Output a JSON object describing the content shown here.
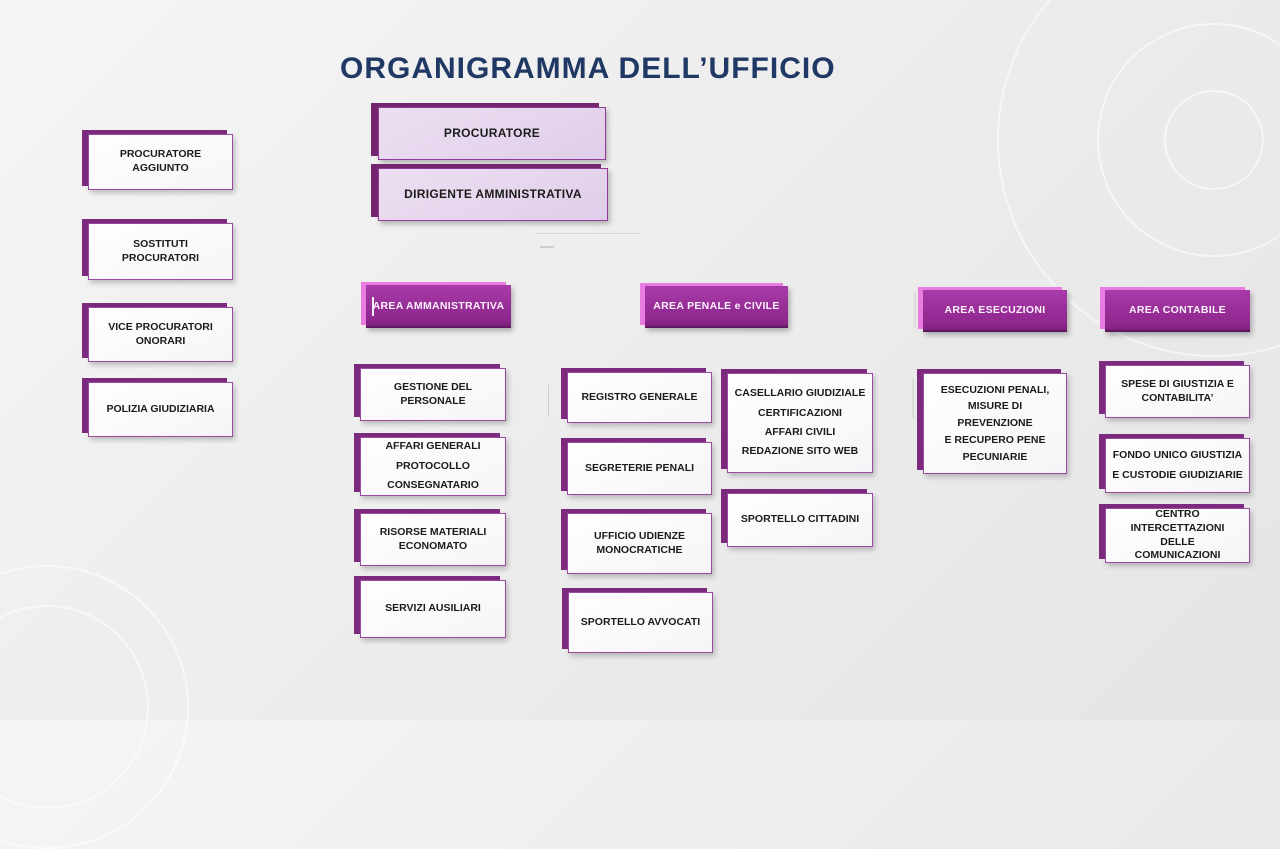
{
  "title": "ORGANIGRAMMA DELL’UFFICIO",
  "colors": {
    "title_text": "#1f3864",
    "header_fill": "#962f96",
    "header_highlight": "#e87ce0",
    "box_bevel": "#7b2a7d",
    "box_border": "#9c4aa0",
    "lilac_fill": "#e3d2eb"
  },
  "leadership": {
    "procuratore": "PROCURATORE",
    "dirigente": "DIRIGENTE AMMINISTRATIVA"
  },
  "side_boxes": [
    {
      "label": "PROCURATORE AGGIUNTO"
    },
    {
      "label": "SOSTITUTI PROCURATORI"
    },
    {
      "label": "VICE PROCURATORI\nONORARI"
    },
    {
      "label": "POLIZIA GIUDIZIARIA"
    }
  ],
  "areas": [
    {
      "header": "AREA AMMANISTRATIVA",
      "boxes": [
        "GESTIONE DEL\nPERSONALE",
        "AFFARI GENERALI\nPROTOCOLLO\nCONSEGNATARIO",
        "RISORSE MATERIALI\nECONOMATO",
        "SERVIZI AUSILIARI"
      ]
    },
    {
      "header": "AREA PENALE e CIVILE",
      "boxes": [
        "REGISTRO GENERALE",
        "SEGRETERIE PENALI",
        "UFFICIO UDIENZE\nMONOCRATICHE",
        "SPORTELLO AVVOCATI"
      ],
      "boxes_right": [
        "CASELLARIO GIUDIZIALE\nCERTIFICAZIONI\nAFFARI CIVILI\nREDAZIONE SITO WEB",
        "SPORTELLO CITTADINI"
      ]
    },
    {
      "header": "AREA ESECUZIONI",
      "boxes": [
        "ESECUZIONI PENALI,\nMISURE DI PREVENZIONE\nE RECUPERO PENE\nPECUNIARIE"
      ]
    },
    {
      "header": "AREA CONTABILE",
      "boxes": [
        "SPESE DI GIUSTIZIA E\nCONTABILITA’",
        "FONDO UNICO GIUSTIZIA\nE CUSTODIE GIUDIZIARIE",
        "CENTRO\nINTERCETTAZIONI DELLE\nCOMUNICAZIONI"
      ]
    }
  ]
}
